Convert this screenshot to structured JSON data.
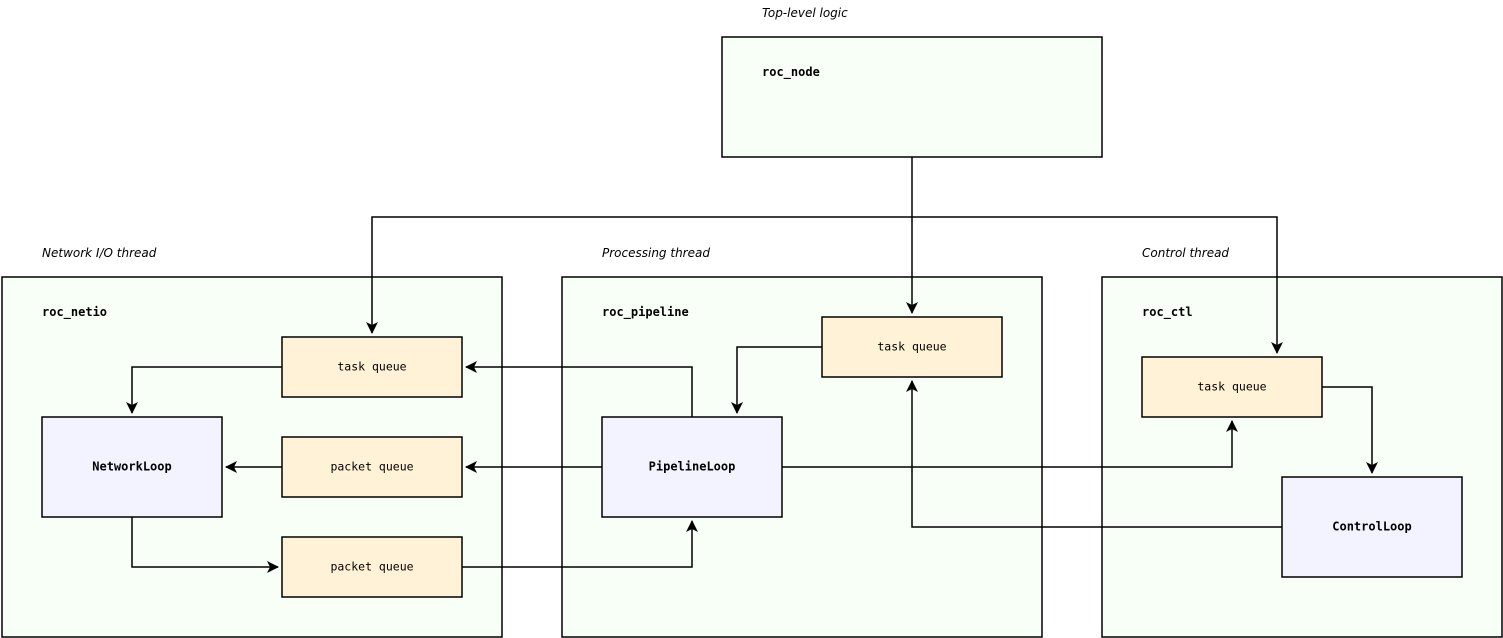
{
  "captions": {
    "top": "Top-level logic",
    "netio": "Network I/O thread",
    "pipeline": "Processing thread",
    "ctl": "Control thread"
  },
  "modules": {
    "node": "roc_node",
    "netio": "roc_netio",
    "pipeline": "roc_pipeline",
    "ctl": "roc_ctl"
  },
  "netio": {
    "task_queue": "task queue",
    "packet_queue_in": "packet queue",
    "packet_queue_out": "packet queue",
    "loop": "NetworkLoop"
  },
  "pipeline": {
    "task_queue": "task queue",
    "loop": "PipelineLoop"
  },
  "ctl": {
    "task_queue": "task queue",
    "loop": "ControlLoop"
  },
  "colors": {
    "container_fill": "#f7fff7",
    "queue_fill": "#fff2d7",
    "loop_fill": "#f3f3ff",
    "stroke": "#000000"
  }
}
